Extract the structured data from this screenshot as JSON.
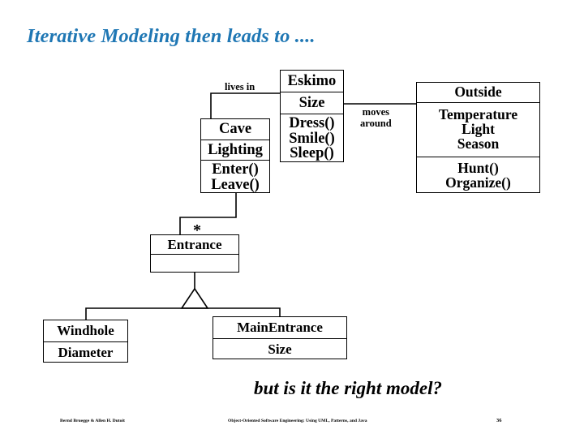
{
  "slide": {
    "title": "Iterative Modeling then leads to ....",
    "title_color": "#1f77b4",
    "caption": "but is it the right model?"
  },
  "diagram": {
    "type": "uml-class-diagram",
    "classes": [
      {
        "id": "eskimo",
        "name": "Eskimo",
        "attributes": [
          "Size"
        ],
        "operations": [
          "Dress()",
          "Smile()",
          "Sleep()"
        ]
      },
      {
        "id": "cave",
        "name": "Cave",
        "attributes": [
          "Lighting"
        ],
        "operations": [
          "Enter()",
          "Leave()"
        ]
      },
      {
        "id": "outside",
        "name": "Outside",
        "attributes": [
          "Temperature",
          "Light",
          "Season"
        ],
        "operations": [
          "Hunt()",
          "Organize()"
        ]
      },
      {
        "id": "entrance",
        "name": "Entrance",
        "attributes": [
          ""
        ],
        "operations": []
      },
      {
        "id": "windhole",
        "name": "Windhole",
        "attributes": [
          "Diameter"
        ],
        "operations": []
      },
      {
        "id": "mainentrance",
        "name": "MainEntrance",
        "attributes": [
          "Size"
        ],
        "operations": []
      }
    ],
    "associations": [
      {
        "id": "cave-eskimo",
        "label": "lives in",
        "from": "cave",
        "to": "eskimo"
      },
      {
        "id": "eskimo-outside",
        "label": "moves\naround",
        "label_line1": "moves",
        "label_line2": "around",
        "from": "eskimo",
        "to": "outside"
      },
      {
        "id": "cave-entrance",
        "label": "",
        "multiplicity": "*",
        "from": "cave",
        "to": "entrance"
      }
    ],
    "generalizations": [
      {
        "parent": "entrance",
        "children": [
          "windhole",
          "mainentrance"
        ]
      }
    ],
    "stroke_color": "#000000"
  },
  "footer": {
    "authors": "Bernd Bruegge & Allen H. Dutoit",
    "book_title": "Object-Oriented Software Engineering: Using UML, Patterns, and Java",
    "page_number": "36"
  }
}
